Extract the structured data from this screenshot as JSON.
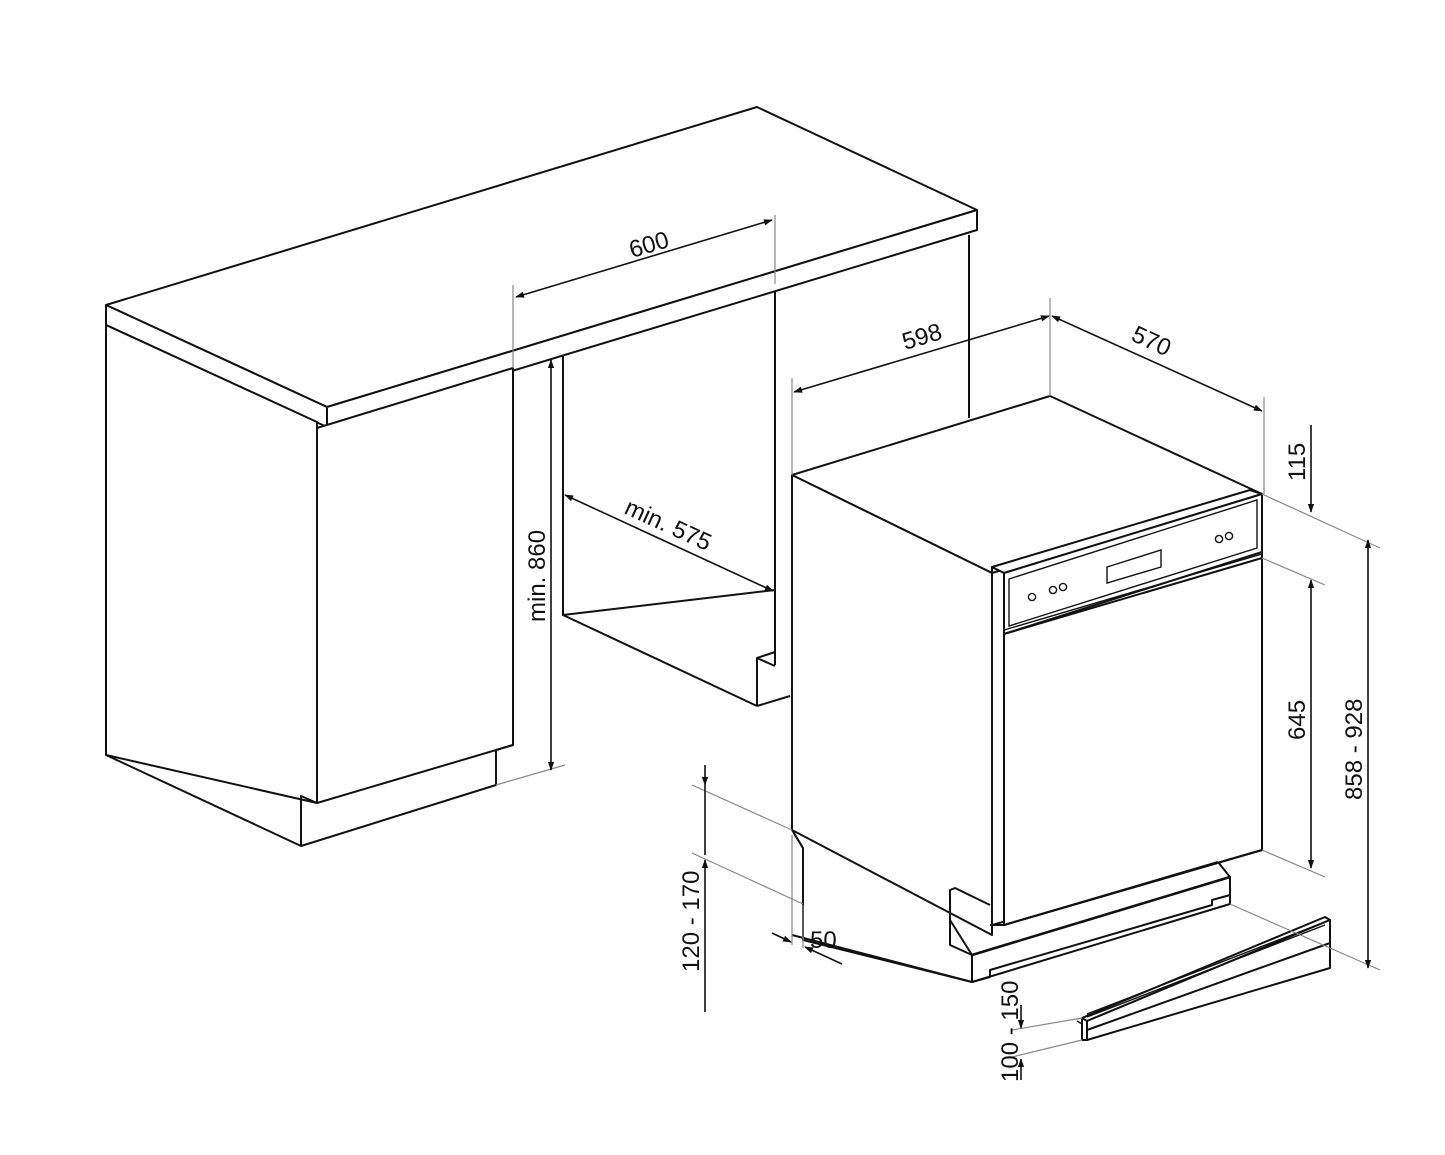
{
  "diagram": {
    "type": "installation-dimension-drawing",
    "subject": "semi-integrated dishwasher",
    "line_color": "#111111",
    "background": "#ffffff"
  },
  "dimensions": {
    "cabinet_gap_width": "600",
    "cabinet_depth": "min. 575",
    "cabinet_height": "min. 860",
    "appliance_width": "598",
    "appliance_depth": "570",
    "control_panel_height": "115",
    "door_height": "645",
    "appliance_height_range": "858 - 928",
    "plinth_height_range": "120 - 170",
    "plinth_setback": "50",
    "kickboard_height_range": "100 - 150"
  },
  "components": {
    "countertop": "countertop",
    "left_cabinet": "base cabinet",
    "niche_back_wall": "niche back panel",
    "dishwasher_body": "dishwasher",
    "control_panel": "control panel",
    "kickboard": "kickboard"
  }
}
